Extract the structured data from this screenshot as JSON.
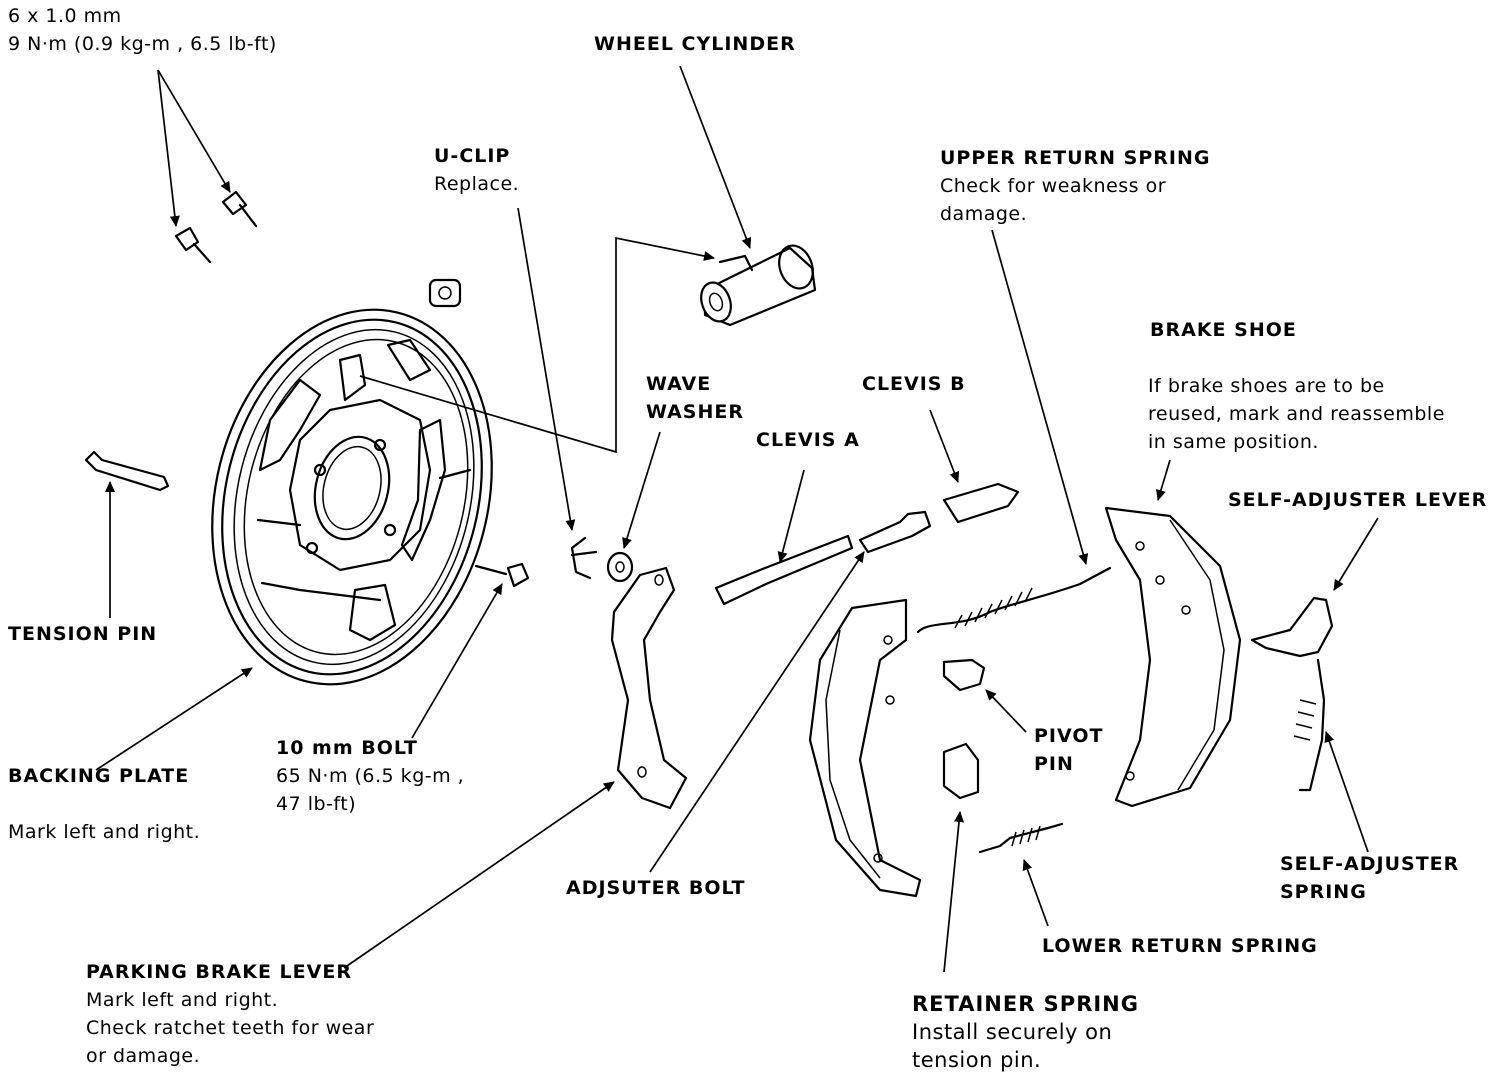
{
  "labels": {
    "bolt_spec": {
      "line1": "6 x 1.0 mm",
      "line2": "9 N·m (0.9 kg-m , 6.5 lb-ft)"
    },
    "wheel_cylinder": "WHEEL CYLINDER",
    "u_clip": {
      "title": "U-CLIP",
      "note": "Replace."
    },
    "upper_return_spring": {
      "title": "UPPER RETURN SPRING",
      "note1": "Check for weakness or",
      "note2": "damage."
    },
    "brake_shoe": {
      "title": "BRAKE SHOE",
      "note1": "If brake shoes are to be",
      "note2": "reused, mark and reassemble",
      "note3": "in same position."
    },
    "wave_washer": {
      "line1": "WAVE",
      "line2": "WASHER"
    },
    "clevis_b": "CLEVIS B",
    "clevis_a": "CLEVIS A",
    "self_adjuster_lever": "SELF-ADJUSTER LEVER",
    "tension_pin": "TENSION PIN",
    "backing_plate": {
      "title": "BACKING PLATE",
      "note": "Mark left and right."
    },
    "ten_mm_bolt": {
      "title": "10 mm BOLT",
      "spec1": "65 N·m (6.5 kg-m ,",
      "spec2": "47 lb-ft)"
    },
    "pivot_pin": {
      "line1": "PIVOT",
      "line2": "PIN"
    },
    "adjuster_bolt": "ADJSUTER BOLT",
    "self_adjuster_spring": {
      "line1": "SELF-ADJUSTER",
      "line2": "SPRING"
    },
    "lower_return_spring": "LOWER RETURN SPRING",
    "parking_brake_lever": {
      "title": "PARKING BRAKE LEVER",
      "note1": "Mark left and right.",
      "note2": "Check ratchet teeth for wear",
      "note3": "or damage."
    },
    "retainer_spring": {
      "title": "RETAINER SPRING",
      "note1": "Install securely on",
      "note2": "tension pin."
    }
  },
  "colors": {
    "ink": "#000000",
    "paper": "#ffffff"
  }
}
